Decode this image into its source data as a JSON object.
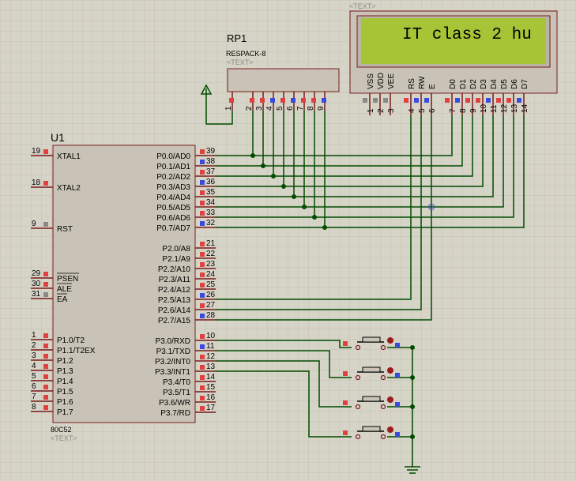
{
  "grid": {
    "color": "#c7c4b6",
    "background": "#d6d4c7"
  },
  "colors": {
    "wire": "#004d00",
    "body": "#c8c3b6",
    "outline": "#7a1b1b",
    "pin_red": "#e04040",
    "pin_blue": "#3a4ae0",
    "lcd_screen": "#a7c436"
  },
  "u1": {
    "ref": "U1",
    "part": "80C52",
    "text": "<TEXT>",
    "left_pins": [
      {
        "num": "19",
        "name": "XTAL1"
      },
      {
        "num": "18",
        "name": "XTAL2"
      },
      {
        "num": "9",
        "name": "RST"
      },
      {
        "num": "29",
        "name": "PSEN"
      },
      {
        "num": "30",
        "name": "ALE"
      },
      {
        "num": "31",
        "name": "EA"
      },
      {
        "num": "1",
        "name": "P1.0/T2"
      },
      {
        "num": "2",
        "name": "P1.1/T2EX"
      },
      {
        "num": "3",
        "name": "P1.2"
      },
      {
        "num": "4",
        "name": "P1.3"
      },
      {
        "num": "5",
        "name": "P1.4"
      },
      {
        "num": "6",
        "name": "P1.5"
      },
      {
        "num": "7",
        "name": "P1.6"
      },
      {
        "num": "8",
        "name": "P1.7"
      }
    ],
    "right_pins": [
      {
        "num": "39",
        "name": "P0.0/AD0"
      },
      {
        "num": "38",
        "name": "P0.1/AD1"
      },
      {
        "num": "37",
        "name": "P0.2/AD2"
      },
      {
        "num": "36",
        "name": "P0.3/AD3"
      },
      {
        "num": "35",
        "name": "P0.4/AD4"
      },
      {
        "num": "34",
        "name": "P0.5/AD5"
      },
      {
        "num": "33",
        "name": "P0.6/AD6"
      },
      {
        "num": "32",
        "name": "P0.7/AD7"
      },
      {
        "num": "21",
        "name": "P2.0/A8"
      },
      {
        "num": "22",
        "name": "P2.1/A9"
      },
      {
        "num": "23",
        "name": "P2.2/A10"
      },
      {
        "num": "24",
        "name": "P2.3/A11"
      },
      {
        "num": "25",
        "name": "P2.4/A12"
      },
      {
        "num": "26",
        "name": "P2.5/A13"
      },
      {
        "num": "27",
        "name": "P2.6/A14"
      },
      {
        "num": "28",
        "name": "P2.7/A15"
      },
      {
        "num": "10",
        "name": "P3.0/RXD"
      },
      {
        "num": "11",
        "name": "P3.1/TXD"
      },
      {
        "num": "12",
        "name": "P3.2/INT0"
      },
      {
        "num": "13",
        "name": "P3.3/INT1"
      },
      {
        "num": "14",
        "name": "P3.4/T0"
      },
      {
        "num": "15",
        "name": "P3.5/T1"
      },
      {
        "num": "16",
        "name": "P3.6/WR"
      },
      {
        "num": "17",
        "name": "P3.7/RD"
      }
    ]
  },
  "rp1": {
    "ref": "RP1",
    "part": "RESPACK-8",
    "text": "<TEXT>",
    "pins": [
      "1",
      "2",
      "3",
      "4",
      "5",
      "6",
      "7",
      "8",
      "9"
    ]
  },
  "lcd": {
    "text_label": "<TEXT>",
    "display": "IT class 2 hu",
    "pin_names": [
      "VSS",
      "VDD",
      "VEE",
      "RS",
      "RW",
      "E",
      "D0",
      "D1",
      "D2",
      "D3",
      "D4",
      "D5",
      "D6",
      "D7"
    ],
    "pin_nums": [
      "1",
      "2",
      "3",
      "4",
      "5",
      "6",
      "7",
      "8",
      "9",
      "10",
      "11",
      "12",
      "13",
      "14"
    ]
  }
}
